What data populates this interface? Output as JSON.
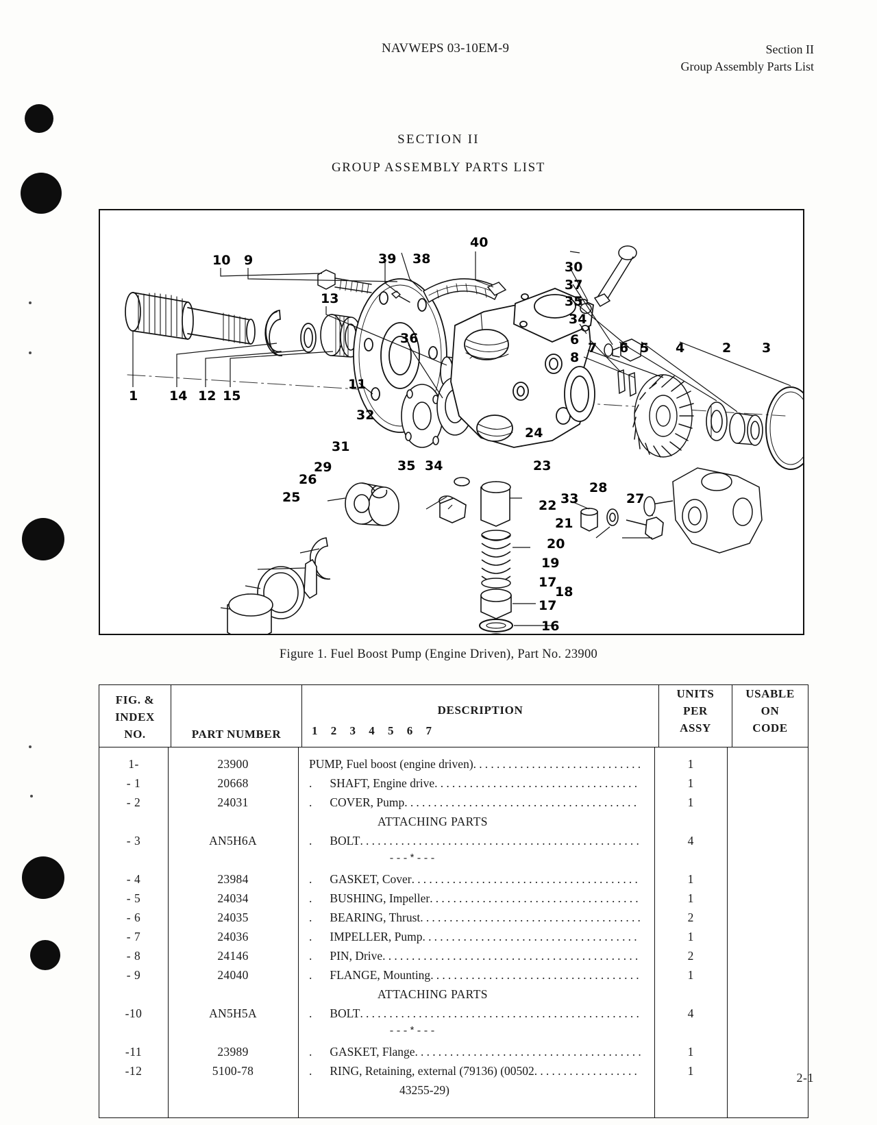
{
  "running_head": {
    "left": "NAVWEPS 03-10EM-9",
    "right_line1": "Section II",
    "right_line2": "Group Assembly Parts List"
  },
  "section": {
    "title": "SECTION  II",
    "subtitle": "GROUP ASSEMBLY PARTS LIST"
  },
  "figure": {
    "caption": "Figure 1.   Fuel Boost Pump (Engine Driven),  Part No. 23900",
    "callouts": [
      "1",
      "2",
      "3",
      "4",
      "5",
      "6",
      "7",
      "8",
      "9",
      "10",
      "11",
      "12",
      "13",
      "14",
      "15",
      "16",
      "17",
      "18",
      "19",
      "20",
      "21",
      "22",
      "23",
      "24",
      "25",
      "26",
      "27",
      "28",
      "29",
      "30",
      "31",
      "32",
      "33",
      "34",
      "35",
      "36",
      "37",
      "38",
      "39",
      "40"
    ]
  },
  "table": {
    "headers": {
      "fig_index_no": [
        "FIG. &",
        "INDEX",
        "NO."
      ],
      "part_number": "PART NUMBER",
      "description": "DESCRIPTION",
      "description_levels": "1  2  3  4  5  6  7",
      "units_per_assy": [
        "UNITS",
        "PER",
        "ASSY"
      ],
      "usable_on_code": [
        "USABLE",
        "ON",
        "CODE"
      ]
    },
    "rows": [
      {
        "kind": "item",
        "fig": "1-",
        "part": "23900",
        "indent": 0,
        "desc": "PUMP,  Fuel boost (engine driven)",
        "units": "1",
        "code": ""
      },
      {
        "kind": "item",
        "fig": "- 1",
        "part": "20668",
        "indent": 1,
        "desc": "SHAFT,  Engine drive",
        "units": "1",
        "code": ""
      },
      {
        "kind": "item",
        "fig": "- 2",
        "part": "24031",
        "indent": 1,
        "desc": "COVER,  Pump",
        "units": "1",
        "code": ""
      },
      {
        "kind": "sub",
        "text": "ATTACHING PARTS"
      },
      {
        "kind": "item",
        "fig": "- 3",
        "part": "AN5H6A",
        "indent": 1,
        "desc": "BOLT",
        "units": "4",
        "code": ""
      },
      {
        "kind": "star",
        "text": "---*---"
      },
      {
        "kind": "item",
        "fig": "- 4",
        "part": "23984",
        "indent": 1,
        "desc": "GASKET,  Cover",
        "units": "1",
        "code": ""
      },
      {
        "kind": "item",
        "fig": "- 5",
        "part": "24034",
        "indent": 1,
        "desc": "BUSHING,  Impeller",
        "units": "1",
        "code": ""
      },
      {
        "kind": "item",
        "fig": "- 6",
        "part": "24035",
        "indent": 1,
        "desc": "BEARING,  Thrust",
        "units": "2",
        "code": ""
      },
      {
        "kind": "item",
        "fig": "- 7",
        "part": "24036",
        "indent": 1,
        "desc": "IMPELLER,  Pump",
        "units": "1",
        "code": ""
      },
      {
        "kind": "item",
        "fig": "- 8",
        "part": "24146",
        "indent": 1,
        "desc": "PIN,  Drive",
        "units": "2",
        "code": ""
      },
      {
        "kind": "item",
        "fig": "- 9",
        "part": "24040",
        "indent": 1,
        "desc": "FLANGE,  Mounting",
        "units": "1",
        "code": ""
      },
      {
        "kind": "sub",
        "text": "ATTACHING PARTS"
      },
      {
        "kind": "item",
        "fig": "-10",
        "part": "AN5H5A",
        "indent": 1,
        "desc": "BOLT",
        "units": "4",
        "code": ""
      },
      {
        "kind": "star",
        "text": "---*---"
      },
      {
        "kind": "item",
        "fig": "-11",
        "part": "23989",
        "indent": 1,
        "desc": "GASKET,  Flange",
        "units": "1",
        "code": ""
      },
      {
        "kind": "item",
        "fig": "-12",
        "part": "5100-78",
        "indent": 1,
        "desc": "RING, Retaining, external (79136) (00502",
        "units": "1",
        "code": ""
      },
      {
        "kind": "cont",
        "text": "43255-29)"
      }
    ]
  },
  "folio": "2-1"
}
